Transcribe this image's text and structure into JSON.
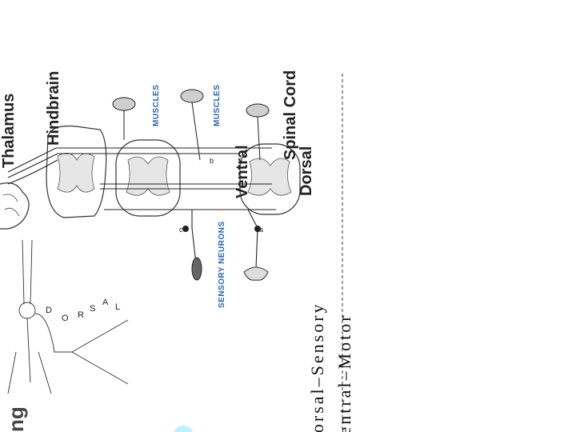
{
  "labels": {
    "thalamus": "Thalamus",
    "hindbrain": "Hindbrain",
    "spinal_cord": "Spinal Cord",
    "dorsal": "Dorsal",
    "ventral": "Ventral",
    "muscles_left": "MUSCLES",
    "muscles_right": "MUSCLES",
    "sensory_neurons": "SENSORY NEURONS",
    "dorsal_vertical": [
      "D",
      "O",
      "R",
      "S",
      "A",
      "L"
    ],
    "cut_top": "ng",
    "marker_a": "a",
    "marker_b": "b",
    "marker_c": "c"
  },
  "legend": {
    "dorsal_sensory": "Dorsal–Sensory",
    "ventral_motor": "Ventral–Motor"
  },
  "colors": {
    "label_blue": "#2a63b8",
    "accent_cyan": "#bff0fb"
  }
}
